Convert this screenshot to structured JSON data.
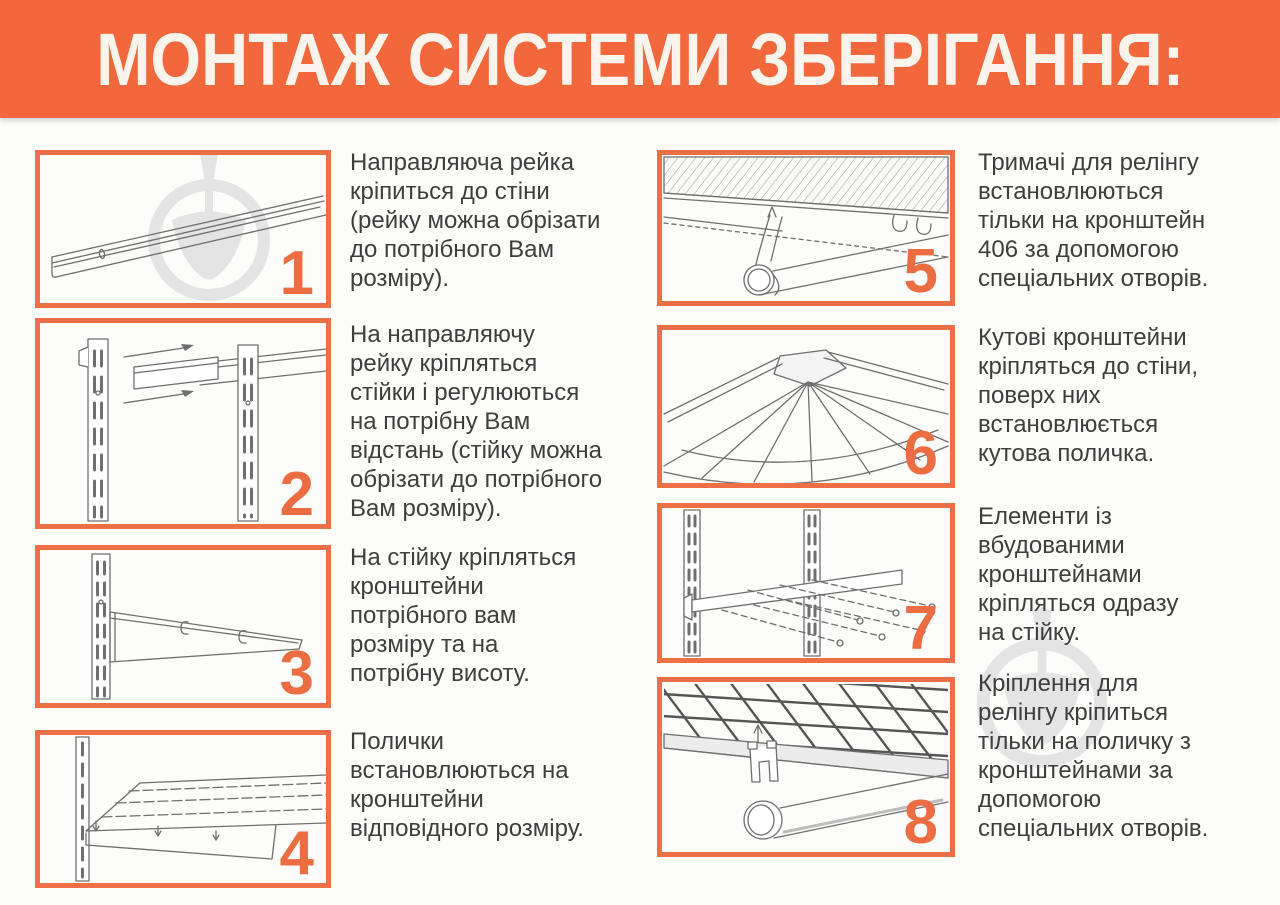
{
  "poster": {
    "title": "МОНТАЖ СИСТЕМИ ЗБЕРІГАННЯ:",
    "colors": {
      "banner_bg": "#f2683c",
      "accent": "#ec6f45",
      "text": "#3e3e3e",
      "watermark": "#e4e4e4"
    },
    "watermark_icon": "brand-trowel-logo",
    "steps": [
      {
        "number": "1",
        "illustration": "wall-rail",
        "text": "Направляюча рейка\nкріпиться до стіни\n(рейку можна обрізати\nдо потрібного Вам\nрозміру)."
      },
      {
        "number": "2",
        "illustration": "uprights-on-rail",
        "text": "На направляючу\nрейку кріпляться\nстійки і регулюються\nна потрібну Вам\nвідстань (стійку можна\nобрізати до потрібного\nВам розміру)."
      },
      {
        "number": "3",
        "illustration": "bracket-on-upright",
        "text": "На стійку кріпляться\nкронштейни\nпотрібного вам\nрозміру та на\nпотрібну висоту."
      },
      {
        "number": "4",
        "illustration": "shelf-on-brackets",
        "text": "Полички\nвстановлюються на\nкронштейни\nвідповідного розміру."
      },
      {
        "number": "5",
        "illustration": "rail-holder-on-bracket",
        "text": "Тримачі для релінгу\nвстановлюються\nтільки на кронштейн\n406 за допомогою\nспеціальних отворів."
      },
      {
        "number": "6",
        "illustration": "corner-shelf",
        "text": "Кутові кронштейни\nкріпляться до стіни,\nповерх них\nвстановлюється\nкутова поличка."
      },
      {
        "number": "7",
        "illustration": "built-in-bracket-hooks",
        "text": "Елементи із\nвбудованими\nкронштейнами\nкріпляться одразу\nна стійку."
      },
      {
        "number": "8",
        "illustration": "rail-mount-on-mesh-shelf",
        "text": "Кріплення для\nрелінгу кріпиться\nтільки на поличку з\nкронштейнами за\nдопомогою\nспеціальних отворів."
      }
    ]
  }
}
